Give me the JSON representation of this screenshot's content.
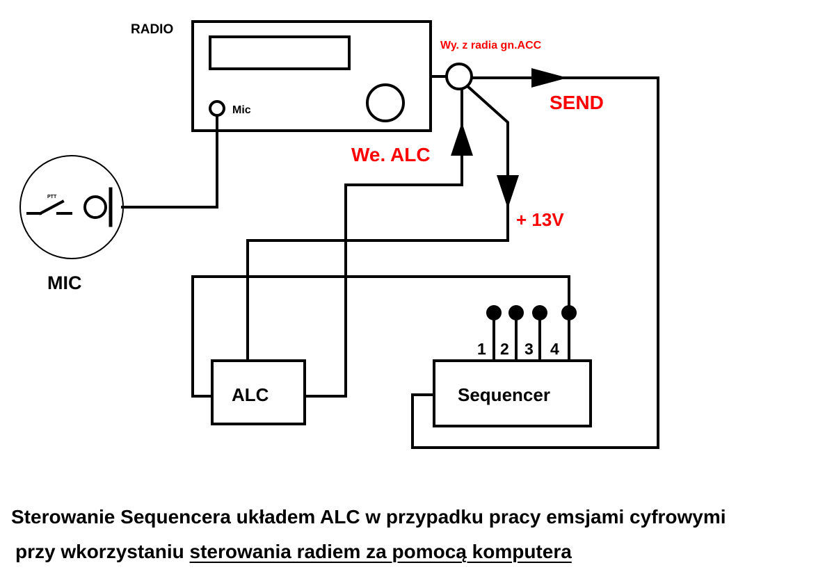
{
  "labels": {
    "radio": "RADIO",
    "mic_jack": "Mic",
    "acc_output": "Wy. z radia gn.ACC",
    "send": "SEND",
    "alc_input": "We. ALC",
    "plus_13v": "+ 13V",
    "mic": "MIC",
    "ptt": "PTT",
    "alc_box": "ALC",
    "sequencer_box": "Sequencer",
    "outputs": [
      "1",
      "2",
      "3",
      "4"
    ]
  },
  "caption": {
    "line1": "Sterowanie Sequencera układem ALC w przypadku pracy emsjami cyfrowymi",
    "line2_plain": "przy wkorzystaniu ",
    "line2_underlined": "sterowania radiem za pomocą komputera"
  },
  "colors": {
    "line": "#000000",
    "accent": "#ff0000"
  }
}
